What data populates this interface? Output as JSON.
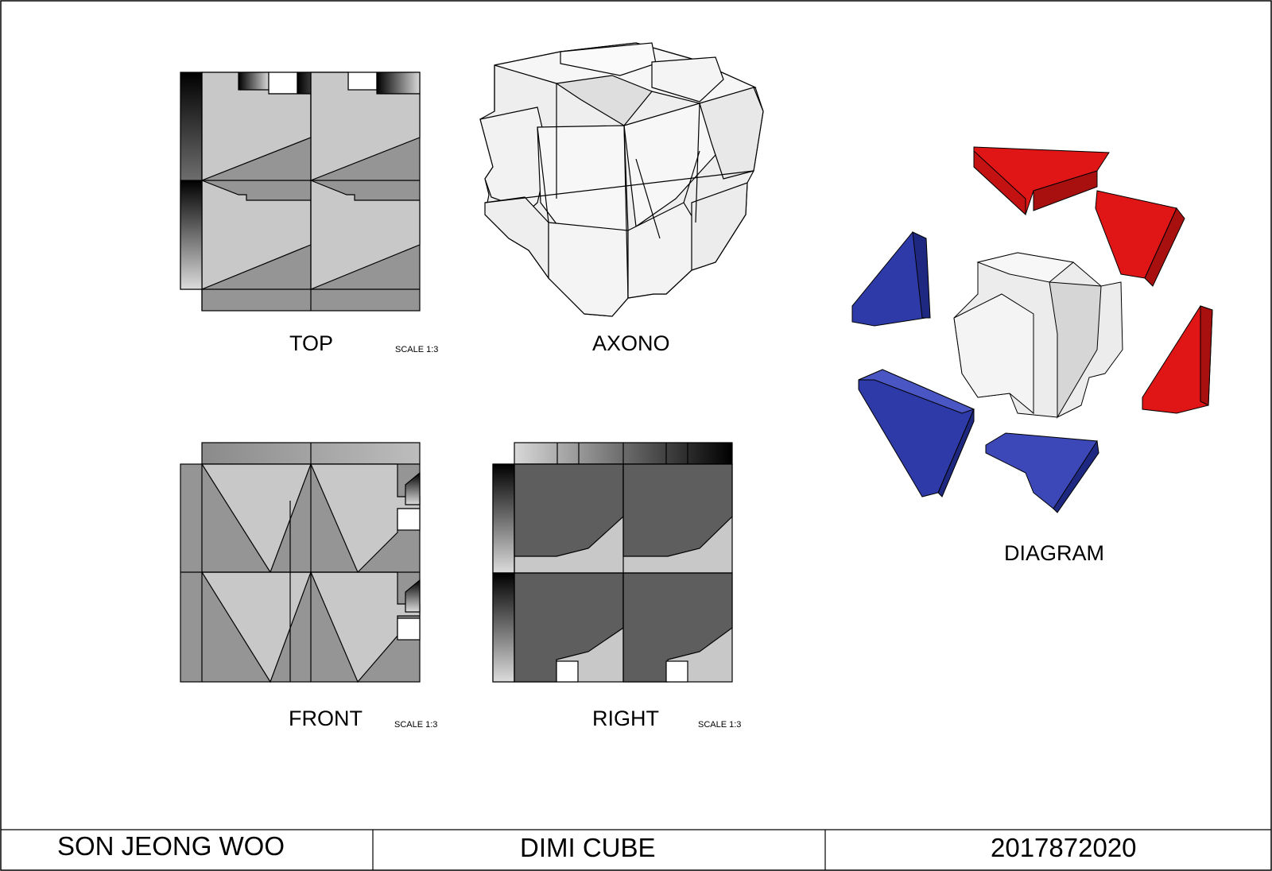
{
  "views": {
    "top": {
      "title": "TOP",
      "scale": "SCALE 1:3"
    },
    "axono": {
      "title": "AXONO"
    },
    "front": {
      "title": "FRONT",
      "scale": "SCALE 1:3"
    },
    "right": {
      "title": "RIGHT",
      "scale": "SCALE 1:3"
    },
    "diagram": {
      "title": "DIAGRAM"
    }
  },
  "title_block": {
    "author": "SON JEONG WOO",
    "project": "DIMI CUBE",
    "student_id": "2017872020"
  },
  "colors": {
    "red_piece": "#e01515",
    "blue_piece": "#2e3aa8",
    "light_face": "#c8c8c8",
    "mid_face": "#959595",
    "dark_face": "#5e5e5e"
  }
}
